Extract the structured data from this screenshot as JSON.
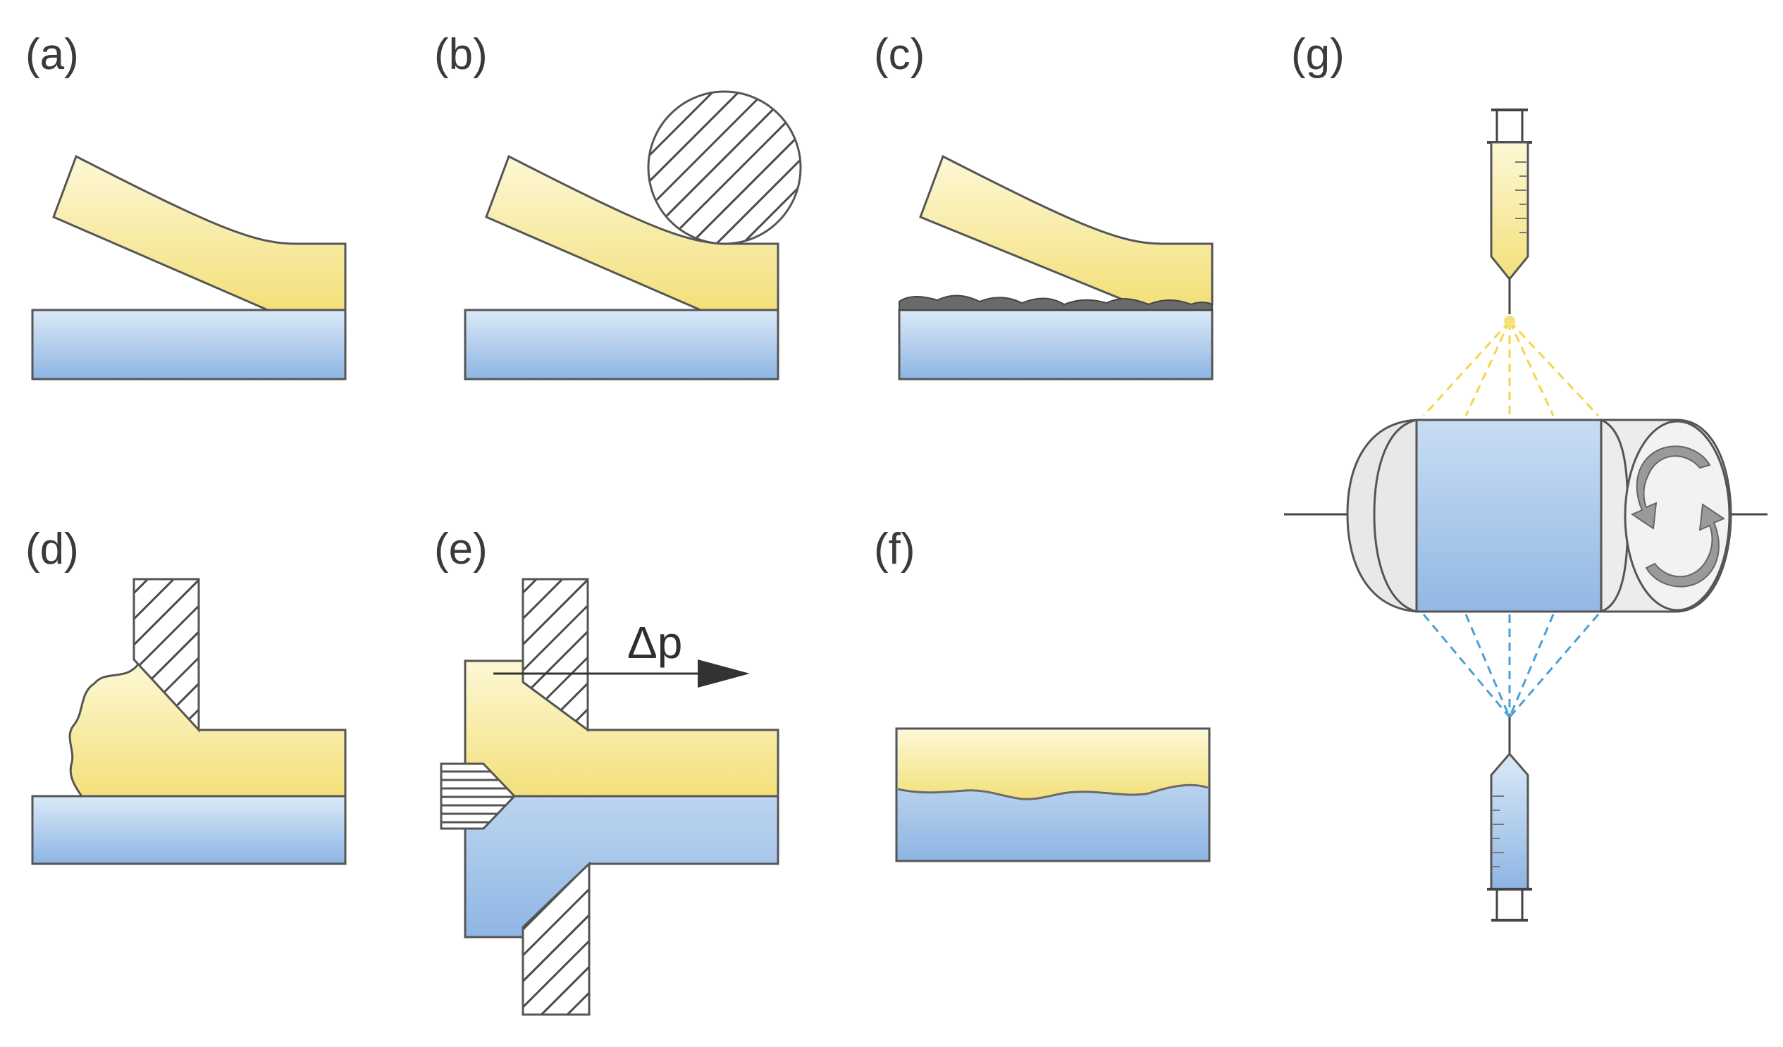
{
  "figure": {
    "panels": [
      {
        "id": "a",
        "label": "(a)"
      },
      {
        "id": "b",
        "label": "(b)"
      },
      {
        "id": "c",
        "label": "(c)"
      },
      {
        "id": "d",
        "label": "(d)"
      },
      {
        "id": "e",
        "label": "(e)"
      },
      {
        "id": "f",
        "label": "(f)"
      },
      {
        "id": "g",
        "label": "(g)"
      }
    ],
    "pressure_label": "Δp"
  },
  "colors": {
    "yellow_light": "#fdf7d0",
    "yellow_dark": "#f3e07a",
    "blue_light": "#d6e6f7",
    "blue_dark": "#8fb6e4",
    "hatch": "#4a4a4a",
    "outline": "#555555",
    "spray_yellow": "#f2d64b",
    "spray_blue": "#4c9fd6",
    "grey_roller": "#e6e6e6"
  }
}
